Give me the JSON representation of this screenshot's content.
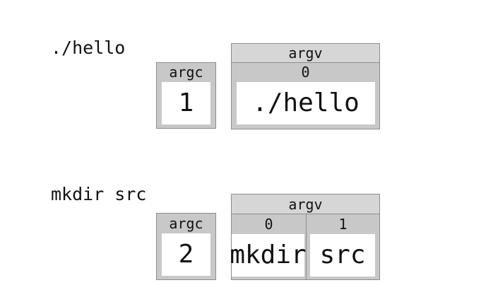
{
  "examples": [
    {
      "command": "./hello",
      "argc_label": "argc",
      "argc_value": "1",
      "argv_label": "argv",
      "argv": [
        {
          "index": "0",
          "value": "./hello"
        }
      ]
    },
    {
      "command": "mkdir src",
      "argc_label": "argc",
      "argc_value": "2",
      "argv_label": "argv",
      "argv": [
        {
          "index": "0",
          "value": "mkdir"
        },
        {
          "index": "1",
          "value": "src"
        }
      ]
    }
  ]
}
